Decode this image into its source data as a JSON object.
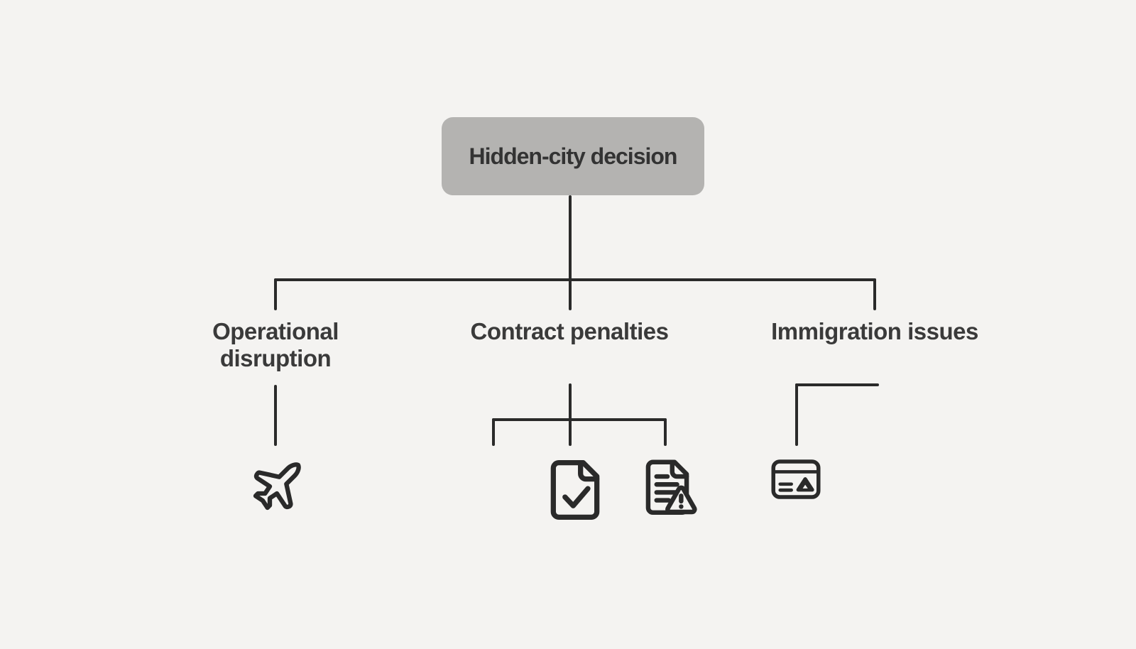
{
  "diagram": {
    "root": {
      "label": "Hidden-city decision"
    },
    "branches": [
      {
        "id": "operational-disruption",
        "label": "Operational disruption",
        "icons": [
          {
            "name": "airplane-icon"
          }
        ]
      },
      {
        "id": "contract-penalties",
        "label": "Contract penalties",
        "icons": [
          {
            "name": "document-check-icon"
          },
          {
            "name": "document-warning-icon"
          }
        ]
      },
      {
        "id": "immigration-issues",
        "label": "Immigration issues",
        "icons": [
          {
            "name": "id-card-icon"
          }
        ]
      }
    ],
    "colors": {
      "background": "#f4f3f1",
      "line": "#2a2a2a",
      "root_box_fill": "#b4b3b1",
      "text": "#3a3a3a"
    }
  }
}
